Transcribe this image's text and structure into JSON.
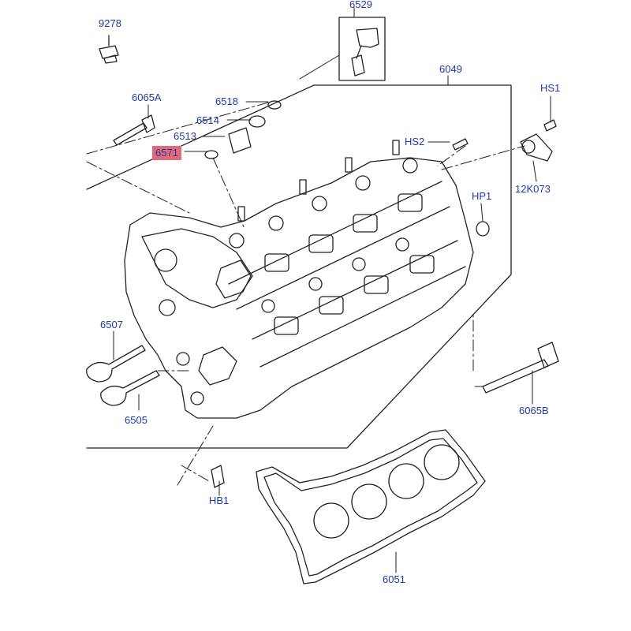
{
  "callouts": {
    "p9278": "9278",
    "p6529": "6529",
    "p6049": "6049",
    "p6065A": "6065A",
    "p6518": "6518",
    "p6514": "6514",
    "p6513": "6513",
    "p6571": "6571",
    "pHS1": "HS1",
    "pHS2": "HS2",
    "p12K073": "12K073",
    "pHP1": "HP1",
    "p6507": "6507",
    "p6505": "6505",
    "p6065B": "6065B",
    "pHB1": "HB1",
    "p6051": "6051"
  },
  "colors": {
    "callout_text": "#1f3aa8",
    "highlight": "#e06a78",
    "line": "#222222"
  },
  "icons": {
    "cylinder_head": "cylinder-head-illustration",
    "gasket": "head-gasket-illustration"
  }
}
